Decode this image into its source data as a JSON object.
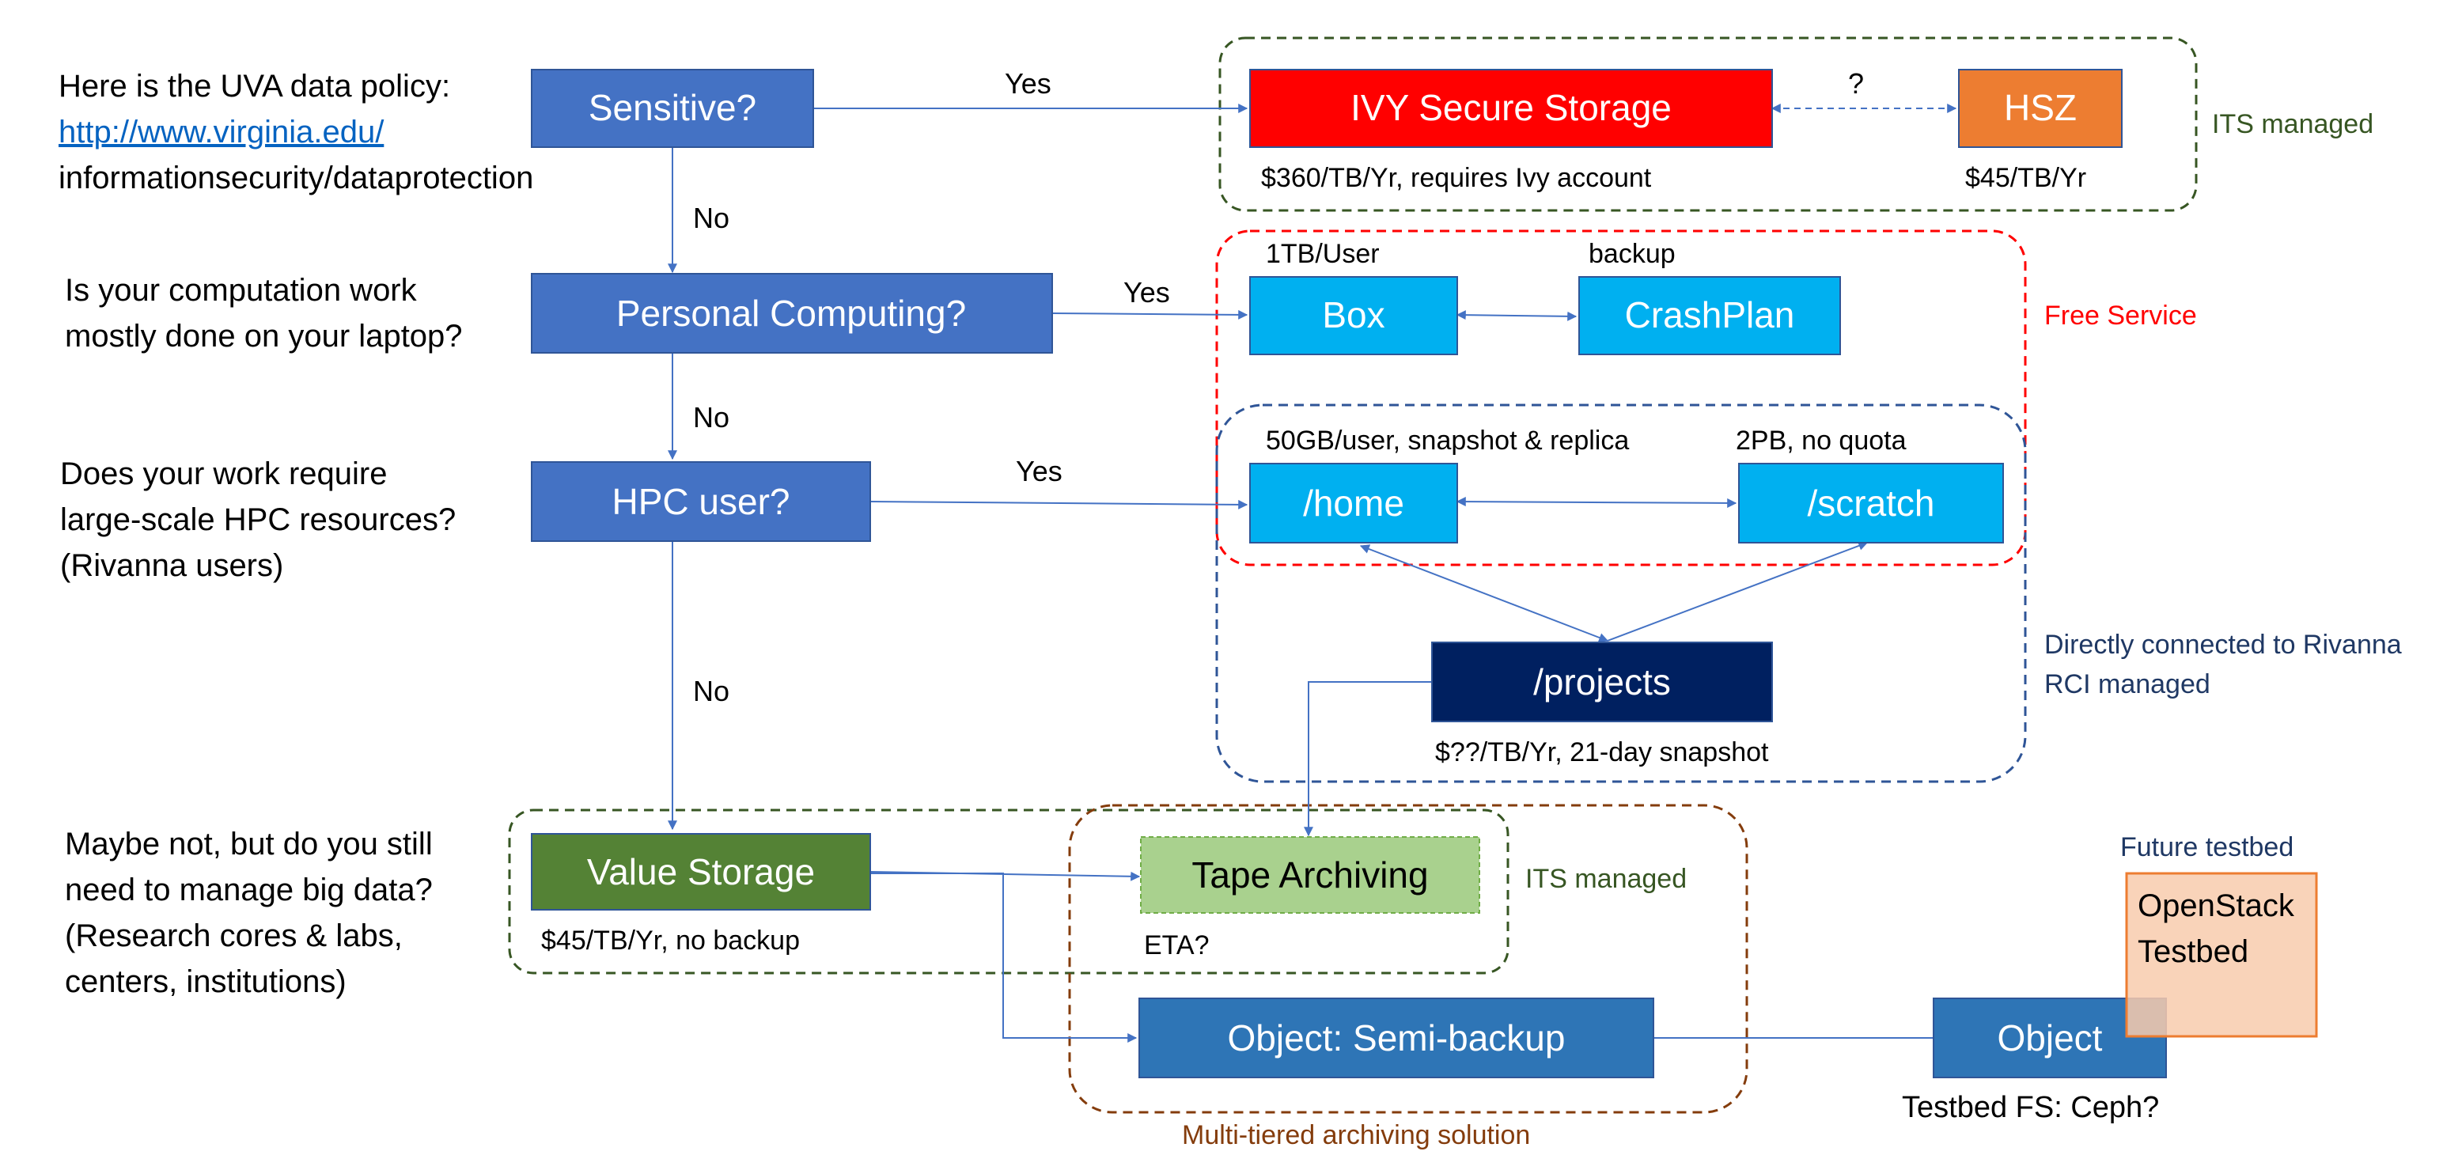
{
  "policy": {
    "line1": "Here is the UVA data policy:",
    "link": "http://www.virginia.edu/",
    "line3": "informationsecurity/dataprotection"
  },
  "questions": {
    "q2": [
      "Is your computation work",
      "mostly done on your laptop?"
    ],
    "q3": [
      "Does your work require",
      "large-scale HPC resources?",
      "(Rivanna users)"
    ],
    "q4": [
      "Maybe not, but do you still",
      "need to manage big data?",
      "(Research cores & labs,",
      "centers, institutions)"
    ]
  },
  "decisions": {
    "sensitive": "Sensitive?",
    "personal": "Personal Computing?",
    "hpc": "HPC user?",
    "value_storage": "Value Storage"
  },
  "edge_labels": {
    "yes1": "Yes",
    "no1": "No",
    "yes2": "Yes",
    "no2": "No",
    "yes3": "Yes",
    "no3": "No",
    "question": "?"
  },
  "services": {
    "ivy": "IVY Secure Storage",
    "hsz": "HSZ",
    "box": "Box",
    "crashplan": "CrashPlan",
    "home": "/home",
    "scratch": "/scratch",
    "projects": "/projects",
    "tape": "Tape Archiving",
    "object_semi": "Object: Semi-backup",
    "object": "Object",
    "openstack": [
      "OpenStack",
      "Testbed"
    ]
  },
  "annotations": {
    "ivy_cost": "$360/TB/Yr, requires Ivy account",
    "hsz_cost": "$45/TB/Yr",
    "box_quota": "1TB/User",
    "crashplan_note": "backup",
    "home_note": "50GB/user, snapshot & replica",
    "scratch_note": "2PB, no quota",
    "projects_note": "$??/TB/Yr, 21-day snapshot",
    "value_cost": "$45/TB/Yr, no backup",
    "tape_eta": "ETA?",
    "testbed_fs": "Testbed FS: Ceph?",
    "future_testbed": "Future testbed"
  },
  "group_labels": {
    "its_managed_1": "ITS managed",
    "free_service": "Free Service",
    "rivanna_1": "Directly connected to Rivanna",
    "rivanna_2": "RCI managed",
    "its_managed_2": "ITS managed",
    "multi_tier": "Multi-tiered archiving solution"
  },
  "colors": {
    "decision_blue": "#4472c4",
    "service_cyan": "#00b0f0",
    "ivy_red": "#ff0000",
    "hsz_orange": "#ed7d31",
    "navy": "#002060",
    "value_green": "#548235",
    "tape_green": "#a9d18e",
    "object_blue": "#2e75b6",
    "openstack_fill": "#f8cbad",
    "arrow_blue": "#4472c4",
    "its_green": "#375623",
    "free_red": "#ff0000",
    "rivanna_navy": "#1f3864",
    "archive_brown": "#843c0c"
  }
}
